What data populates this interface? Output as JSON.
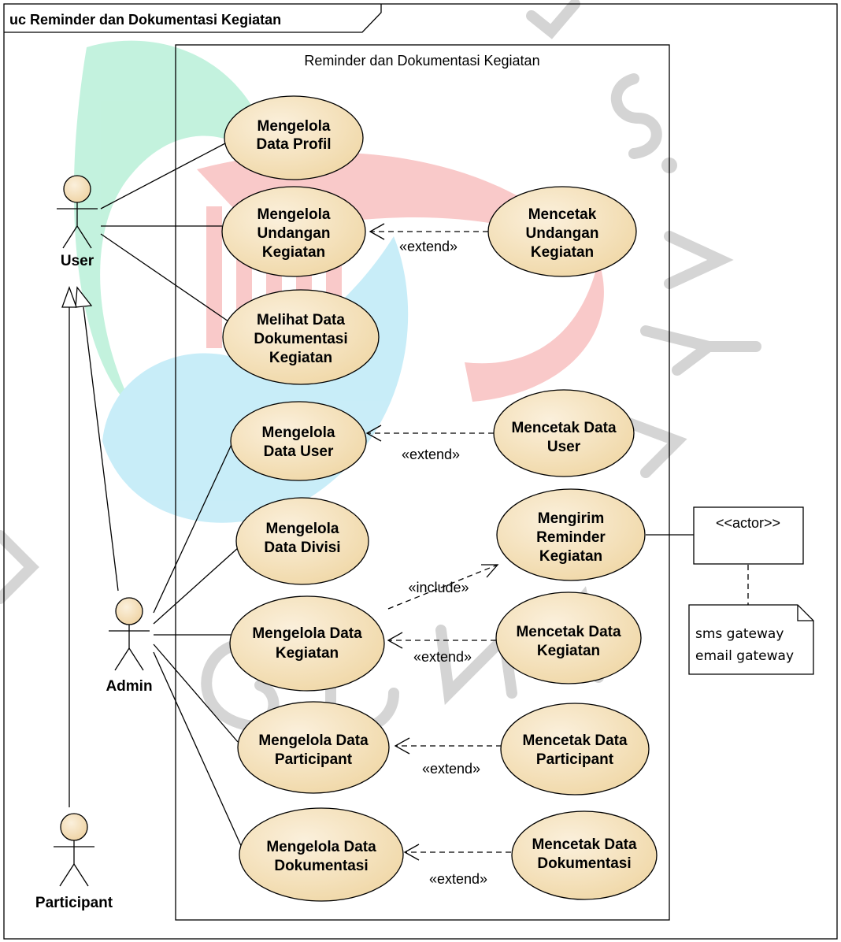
{
  "diagram": {
    "frame_label": "uc Reminder dan Dokumentasi Kegiatan",
    "system_boundary_label": "Reminder dan Dokumentasi Kegiatan"
  },
  "actors": {
    "user": "User",
    "admin": "Admin",
    "participant": "Participant"
  },
  "use_cases": {
    "profil": [
      "Mengelola",
      "Data Profil"
    ],
    "undangan": [
      "Mengelola",
      "Undangan",
      "Kegiatan"
    ],
    "cetak_undangan": [
      "Mencetak",
      "Undangan",
      "Kegiatan"
    ],
    "lihat_dok": [
      "Melihat Data",
      "Dokumentasi",
      "Kegiatan"
    ],
    "user": [
      "Mengelola",
      "Data User"
    ],
    "cetak_user": [
      "Mencetak Data",
      "User"
    ],
    "divisi": [
      "Mengelola",
      "Data Divisi"
    ],
    "reminder": [
      "Mengirim",
      "Reminder",
      "Kegiatan"
    ],
    "kegiatan": [
      "Mengelola Data",
      "Kegiatan"
    ],
    "cetak_kegiatan": [
      "Mencetak Data",
      "Kegiatan"
    ],
    "participant": [
      "Mengelola Data",
      "Participant"
    ],
    "cetak_participant": [
      "Mencetak Data",
      "Participant"
    ],
    "dokumentasi": [
      "Mengelola Data",
      "Dokumentasi"
    ],
    "cetak_dokumentasi": [
      "Mencetak Data",
      "Dokumentasi"
    ]
  },
  "relations": {
    "extend": "«extend»",
    "include": "«include»"
  },
  "external": {
    "actor_box": "<<actor>>",
    "note_lines": [
      "sms gateway",
      "email gateway"
    ]
  },
  "colors": {
    "usecase_fill_light": "#fbf0dc",
    "usecase_fill_dark": "#f0d8a8",
    "actor_head": "#f3ddb8",
    "watermark_green": "#b9f0d8",
    "watermark_cyan": "#bfeaf7",
    "watermark_red": "#f8c0c0",
    "watermark_gray": "#d0d0d0"
  }
}
